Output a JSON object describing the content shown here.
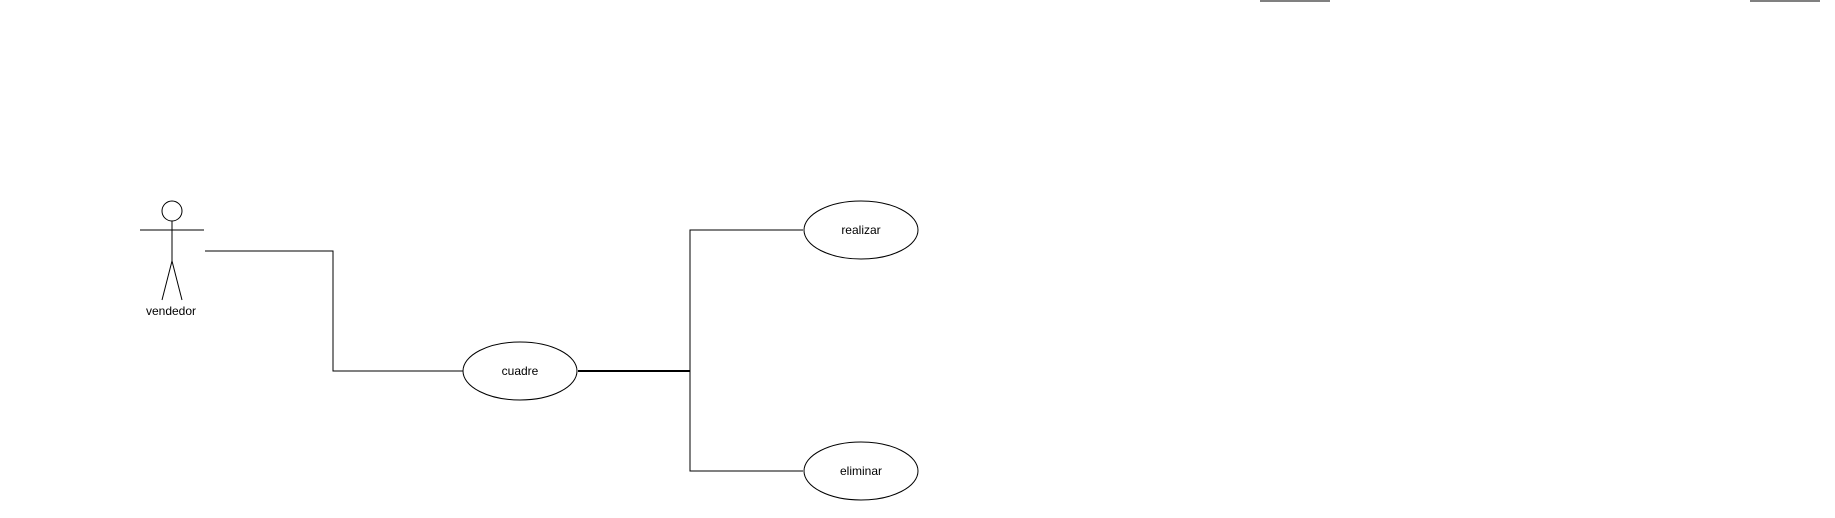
{
  "actor": {
    "label": "vendedor"
  },
  "use_cases": {
    "cuadre": {
      "label": "cuadre"
    },
    "realizar": {
      "label": "realizar"
    },
    "eliminar": {
      "label": "eliminar"
    }
  },
  "connections": [
    {
      "from": "vendedor",
      "to": "cuadre"
    },
    {
      "from": "cuadre",
      "to": "realizar"
    },
    {
      "from": "cuadre",
      "to": "eliminar"
    }
  ],
  "colors": {
    "stroke": "#000000",
    "fill": "#ffffff",
    "background": "#ffffff"
  }
}
